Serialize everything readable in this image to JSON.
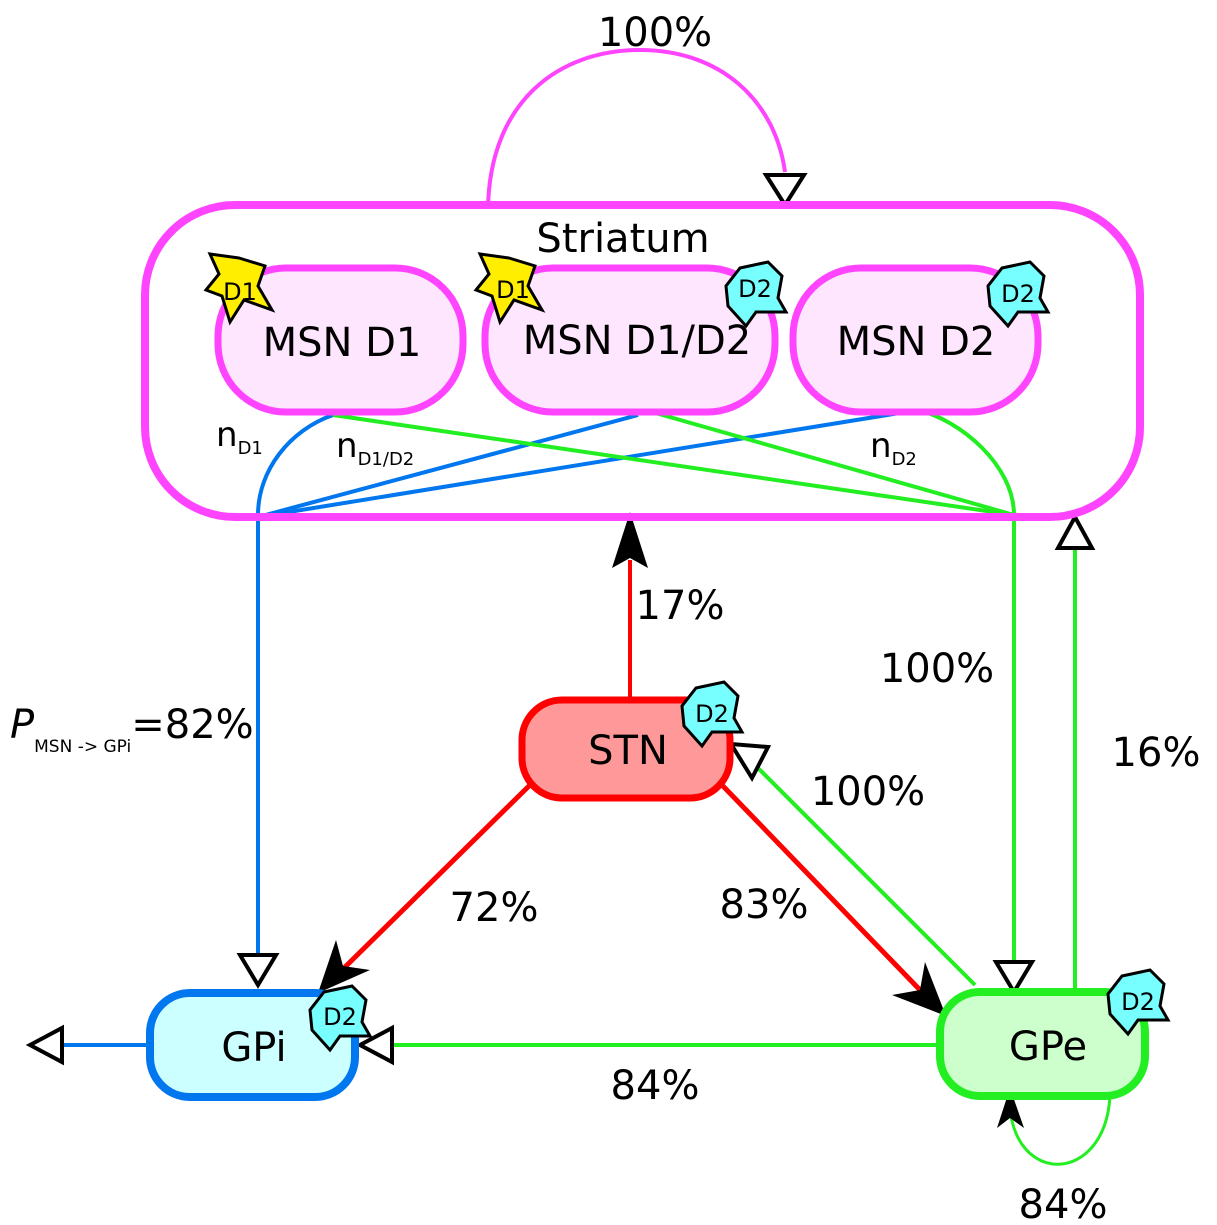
{
  "colors": {
    "striatum": "#ff44ff",
    "striatum_fill": "#ffffff",
    "msn_fill": "#ffe6ff",
    "stn": "#ff0000",
    "stn_fill": "#ff9999",
    "gpi": "#0077ee",
    "gpi_fill": "#ccffff",
    "gpe": "#22ee22",
    "gpe_fill": "#ccffcc",
    "d1_star": "#ffee00",
    "d2_star": "#77ffff"
  },
  "nodes": {
    "striatum": "Striatum",
    "msn_d1": "MSN D1",
    "msn_d1d2": "MSN D1/D2",
    "msn_d2": "MSN D2",
    "stn": "STN",
    "gpi": "GPi",
    "gpe": "GPe"
  },
  "receptors": {
    "d1": "D1",
    "d2": "D2"
  },
  "labels": {
    "n": "n",
    "n_d1_sub": "D1",
    "n_d1d2_sub": "D1/D2",
    "n_d2_sub": "D2",
    "p": "P",
    "p_sub": "MSN -> GPi",
    "p_value": "=82%"
  },
  "connections": {
    "striatum_self": "100%",
    "stn_to_striatum": "17%",
    "striatum_to_gpe": "100%",
    "gpe_to_striatum": "16%",
    "gpe_to_stn": "100%",
    "stn_to_gpi": "72%",
    "stn_to_gpe": "83%",
    "gpe_to_gpi": "84%",
    "gpe_self": "84%"
  }
}
